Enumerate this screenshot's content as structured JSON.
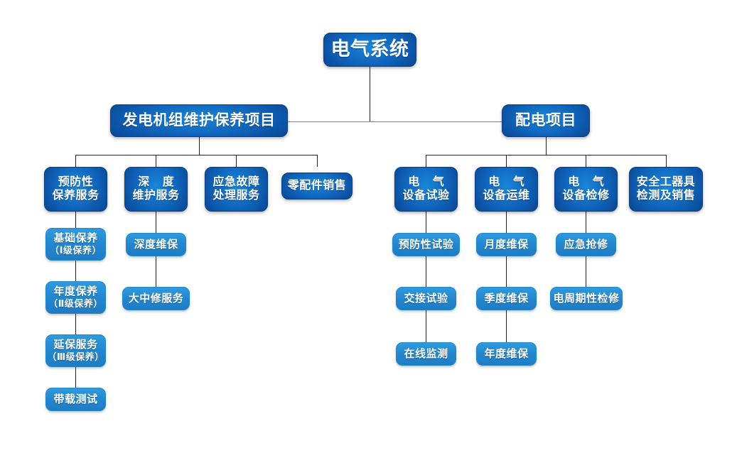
{
  "diagram": {
    "title": "电气系统",
    "type": "organization-tree",
    "colors": {
      "deep_blue": "#0b4e9e",
      "deep_blue_center": "#1a86d8",
      "mid_blue": "#2387cf",
      "line": "#231f20",
      "text": "#ffffff",
      "background": "#ffffff"
    },
    "root": {
      "label": "电气系统"
    },
    "branches": [
      {
        "id": "generator",
        "label": "发电机组维护保养项目",
        "children": [
          {
            "id": "preventive-care",
            "lines": [
              "预防性",
              "保养服务"
            ],
            "chain": [
              {
                "lines": [
                  "基础保养",
                  "（Ⅰ级保养）"
                ]
              },
              {
                "lines": [
                  "年度保养",
                  "（Ⅱ级保养）"
                ]
              },
              {
                "lines": [
                  "延保服务",
                  "（Ⅲ级保养）"
                ]
              },
              {
                "lines": [
                  "带载测试"
                ]
              }
            ]
          },
          {
            "id": "deep-maintenance",
            "lines": [
              "深 度",
              "维护服务"
            ],
            "chain": [
              {
                "lines": [
                  "深度维保"
                ]
              },
              {
                "lines": [
                  "大中修服务"
                ]
              }
            ]
          },
          {
            "id": "emergency-fault",
            "lines": [
              "应急故障",
              "处理服务"
            ],
            "chain": []
          },
          {
            "id": "parts-sales",
            "lines": [
              "零配件销售"
            ],
            "chain": []
          }
        ]
      },
      {
        "id": "distribution",
        "label": "配电项目",
        "children": [
          {
            "id": "equipment-test",
            "lines": [
              "电 气",
              "设备试验"
            ],
            "chain": [
              {
                "lines": [
                  "预防性试验"
                ]
              },
              {
                "lines": [
                  "交接试验"
                ]
              },
              {
                "lines": [
                  "在线监测"
                ]
              }
            ]
          },
          {
            "id": "equipment-operation",
            "lines": [
              "电 气",
              "设备运维"
            ],
            "chain": [
              {
                "lines": [
                  "月度维保"
                ]
              },
              {
                "lines": [
                  "季度维保"
                ]
              },
              {
                "lines": [
                  "年度维保"
                ]
              }
            ]
          },
          {
            "id": "equipment-overhaul",
            "lines": [
              "电 气",
              "设备检修"
            ],
            "chain": [
              {
                "lines": [
                  "应急抢修"
                ]
              },
              {
                "lines": [
                  "电周期性检修"
                ]
              }
            ]
          },
          {
            "id": "safety-tools",
            "lines": [
              "安全工器具",
              "检测及销售"
            ],
            "chain": []
          }
        ]
      }
    ]
  }
}
